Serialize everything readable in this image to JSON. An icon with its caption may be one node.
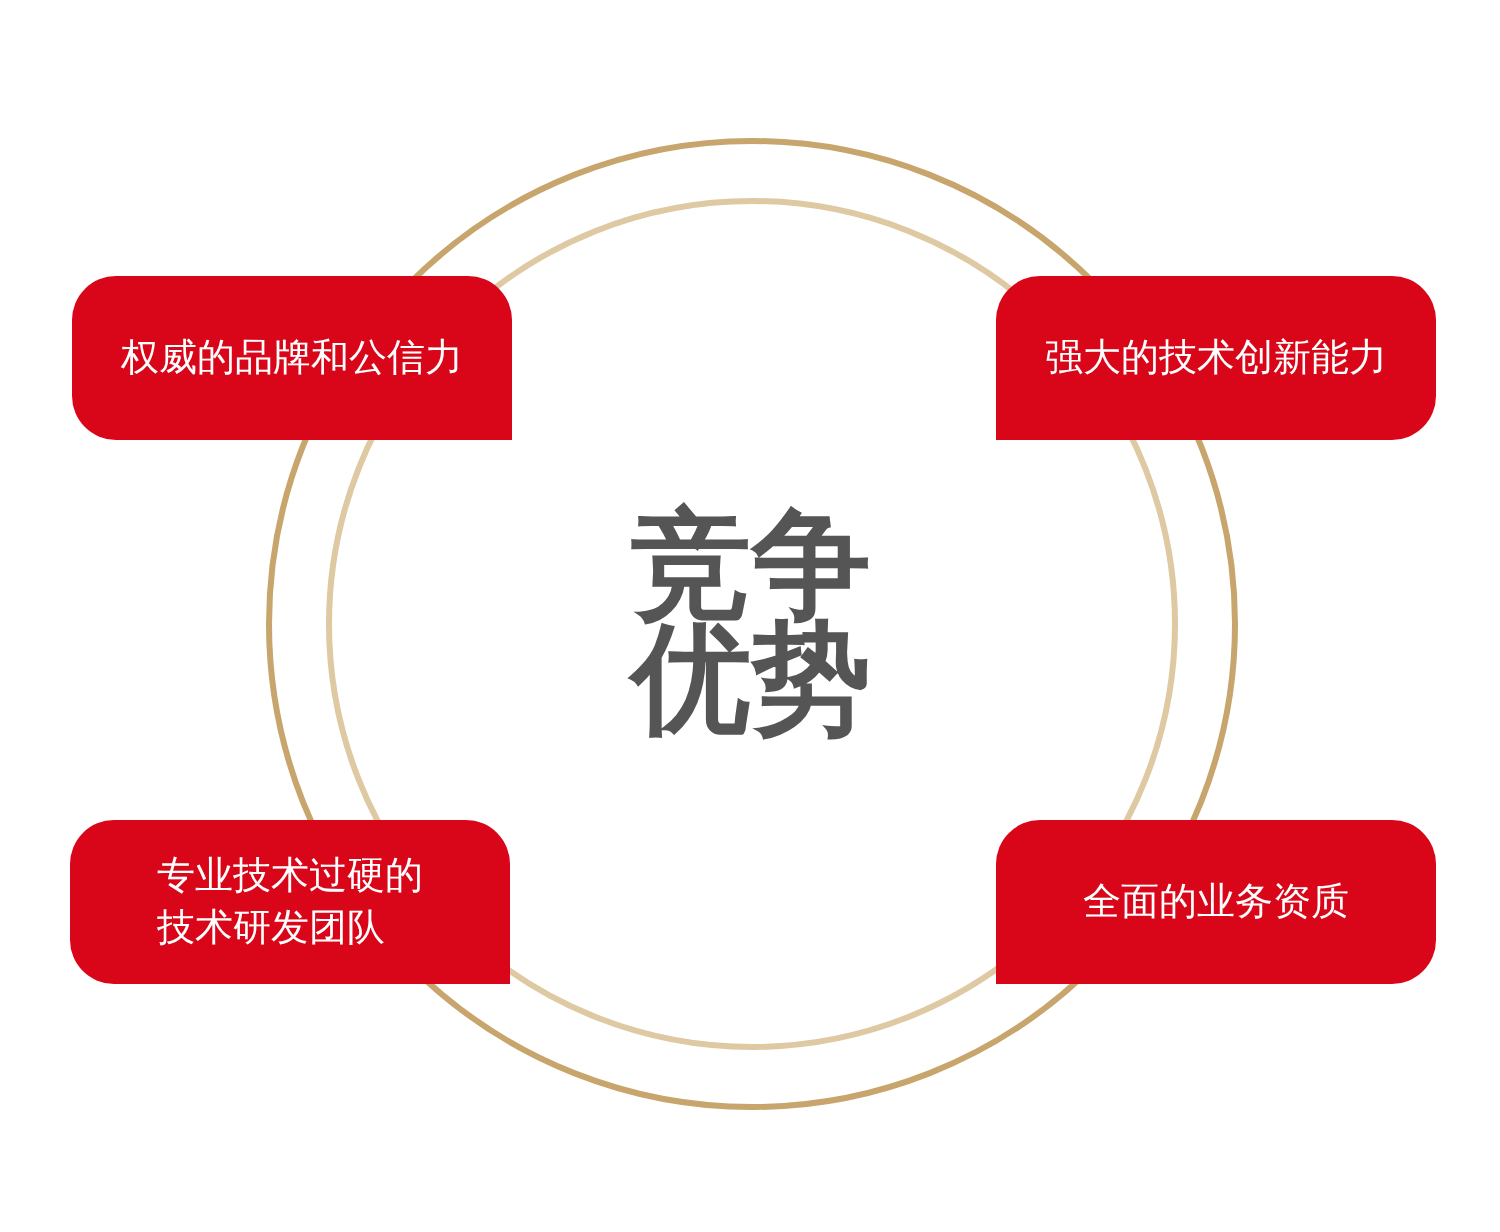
{
  "diagram": {
    "nodes": [
      {
        "text": [],
        "shape": "circle"
      },
      {
        "text": [
          "竞争优势"
        ],
        "in": 0
      },
      {
        "text": [
          "权威的品牌和公信力"
        ]
      },
      {
        "text": [
          "强大的技术创新能力"
        ]
      },
      {
        "text": [
          "专业技术过硬的技术研发团队"
        ]
      },
      {
        "text": [
          "全面的业务资质"
        ]
      }
    ],
    "edges": []
  }
}
